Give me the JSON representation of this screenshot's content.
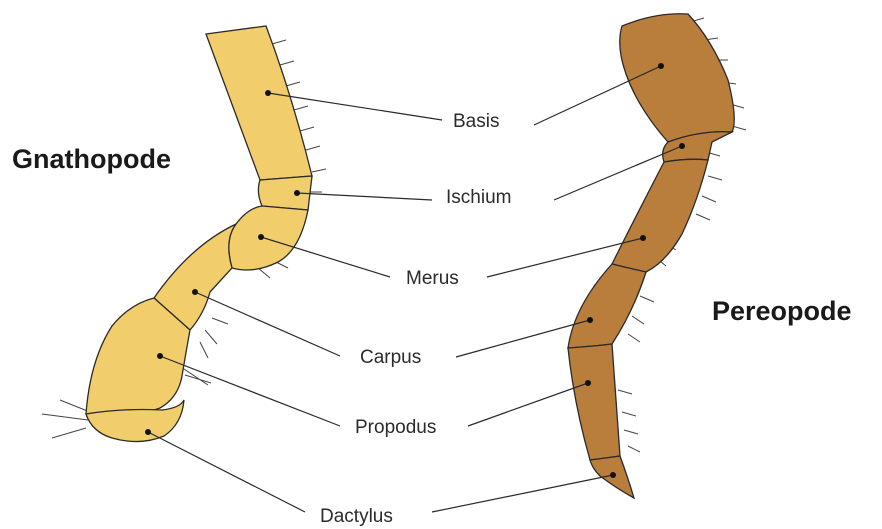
{
  "titles": {
    "left": "Gnathopode",
    "right": "Pereopode"
  },
  "parts": [
    "Basis",
    "Ischium",
    "Merus",
    "Carpus",
    "Propodus",
    "Dactylus"
  ],
  "colors": {
    "gnathopode_fill": "#F2CD6B",
    "pereopode_fill": "#B97E3C",
    "outline": "#2a2a2a"
  }
}
